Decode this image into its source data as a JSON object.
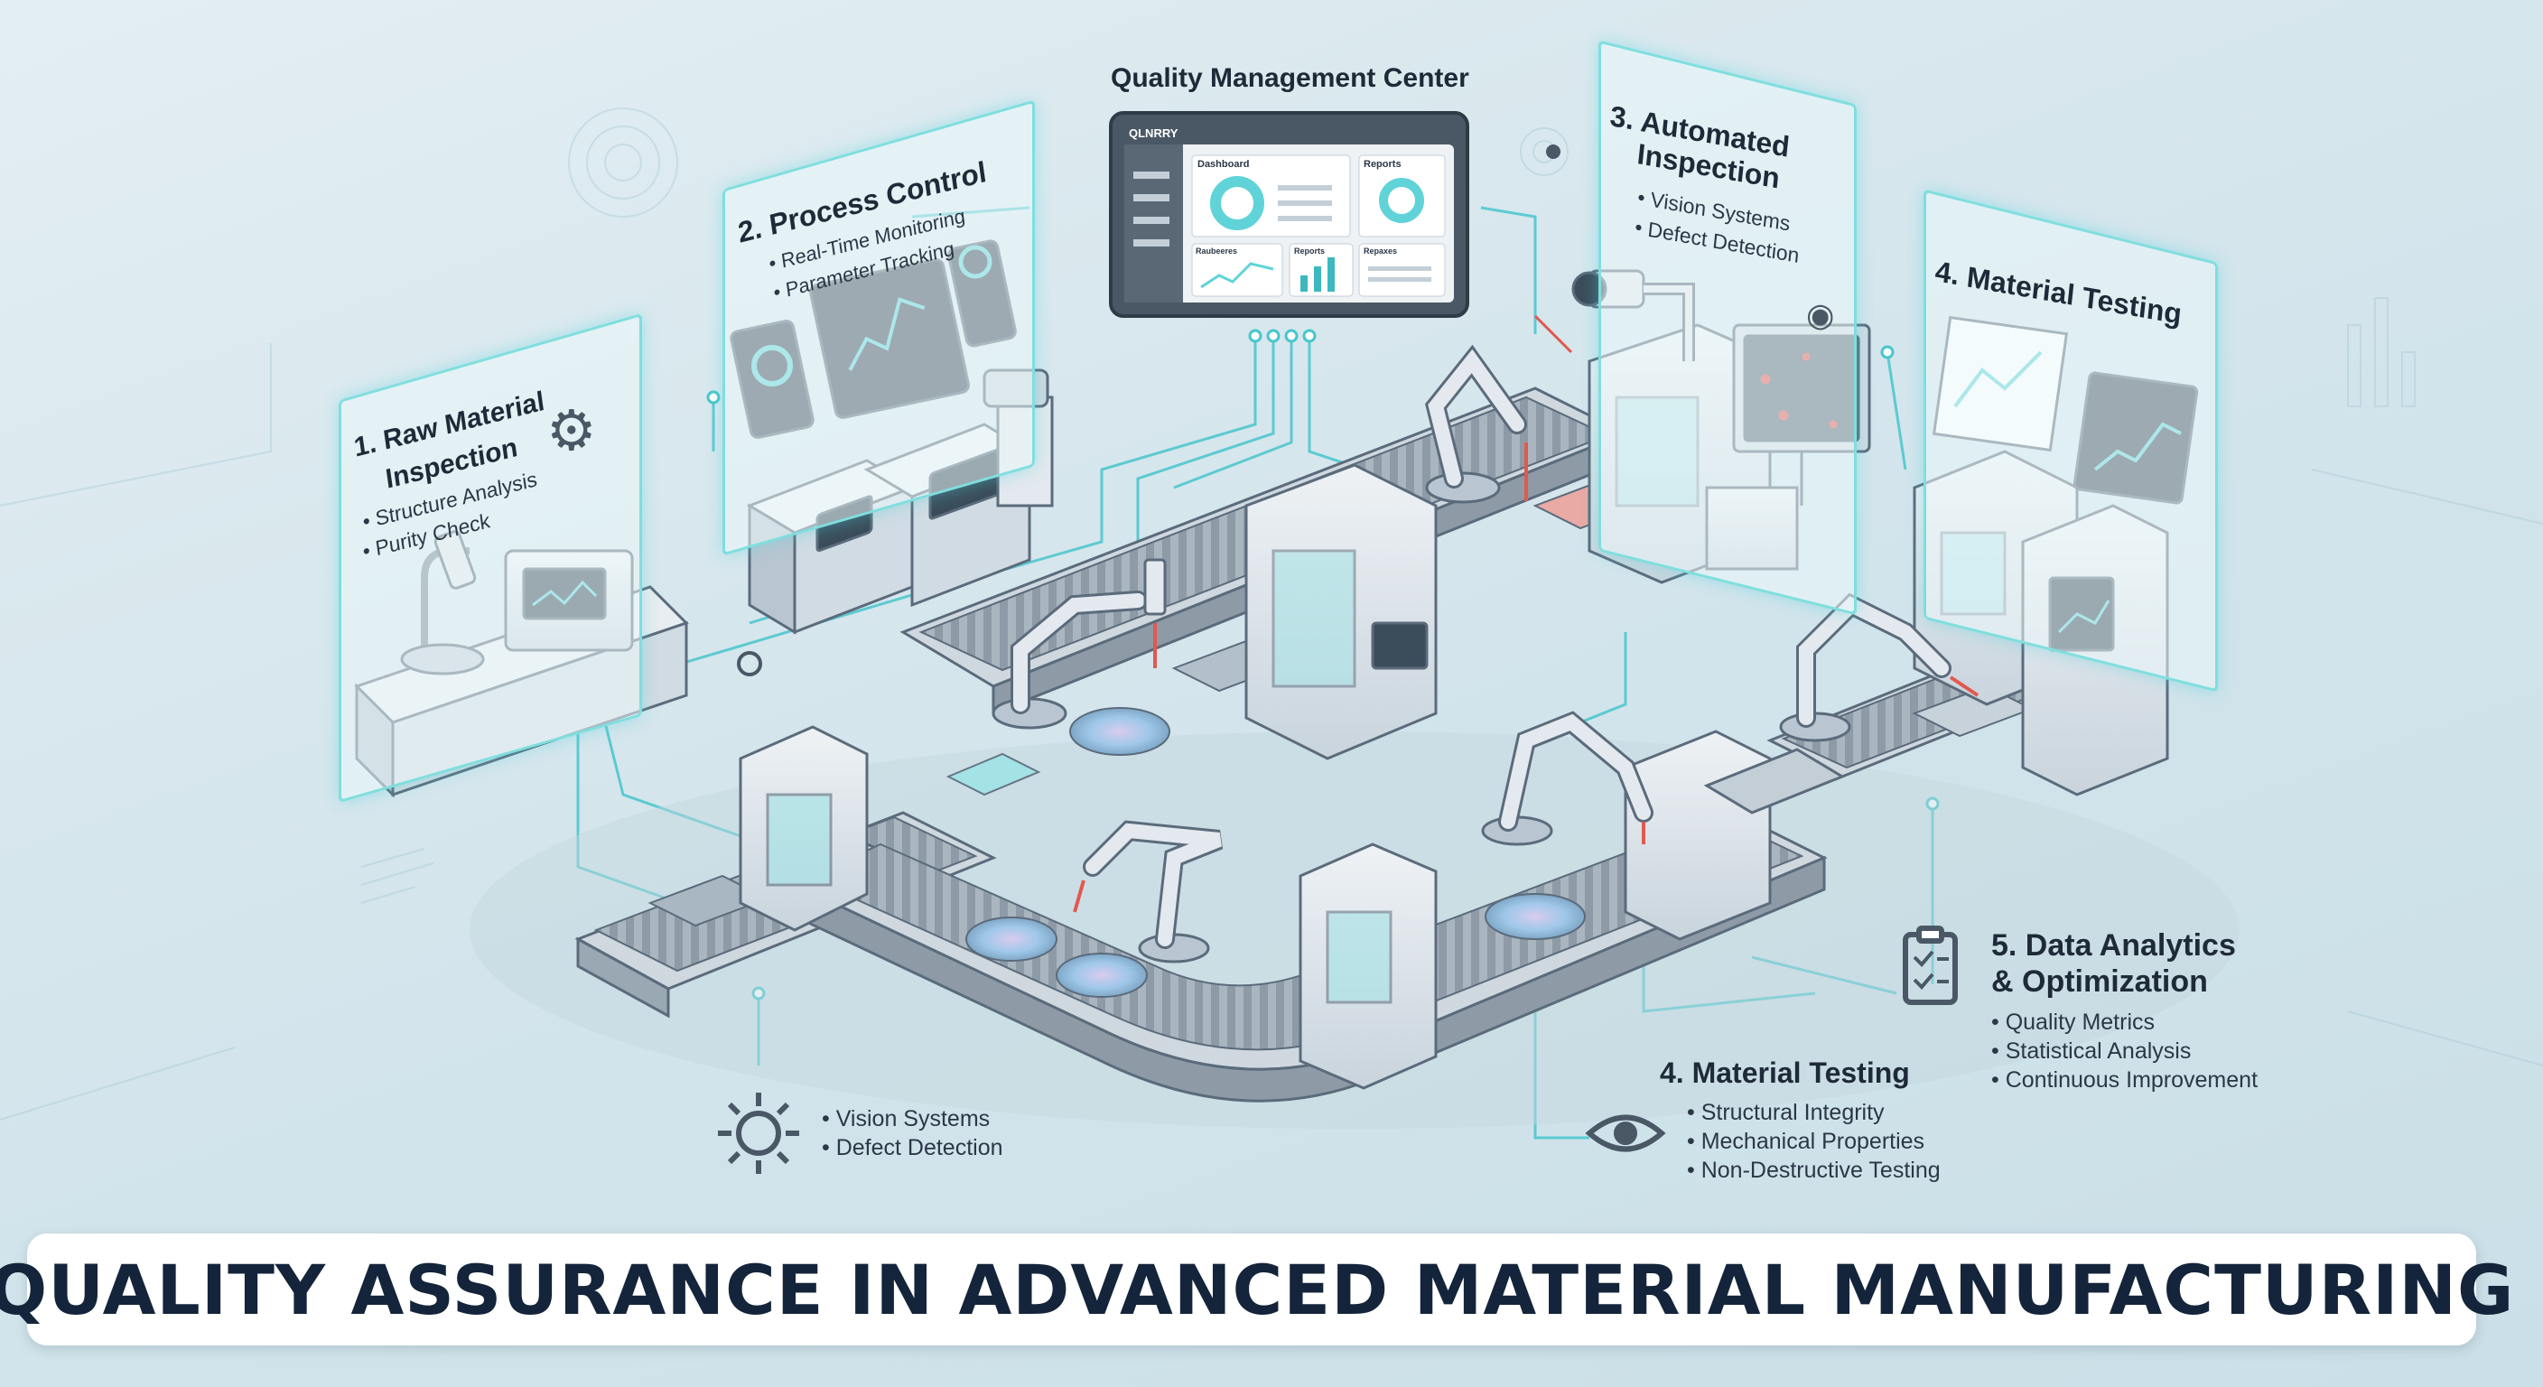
{
  "title": "QUALITY ASSURANCE IN ADVANCED MATERIAL MANUFACTURING",
  "colors": {
    "accent": "#5fd3d8",
    "panel_border": "#7fdede",
    "machine_body": "#dfe6ec",
    "machine_shade": "#b9c6d1",
    "outline": "#5b6b7b",
    "laser": "#e2584f",
    "title_text": "#14243a"
  },
  "quality_center": {
    "title": "Quality Management Center",
    "logo": "QLNRRY",
    "tiles": [
      "Dashboard",
      "Reports",
      "Raubeeres",
      "Reports",
      "Repaxes"
    ]
  },
  "panels": [
    {
      "title_lines": [
        "1. Raw Material",
        "Inspection"
      ],
      "items": [
        "Structure Analysis",
        "Purity Check"
      ],
      "icon": "gear-icon"
    },
    {
      "title_lines": [
        "2. Process Control"
      ],
      "items": [
        "Real-Time Monitoring",
        "Parameter Tracking"
      ],
      "icon": "gauge-icon"
    },
    {
      "title_lines": [
        "3. Automated",
        "Inspection"
      ],
      "items": [
        "Vision Systems",
        "Defect Detection"
      ],
      "icon": "eye-icon"
    },
    {
      "title_lines": [
        "4. Material Testing"
      ],
      "items": [],
      "icon": "chart-icon"
    }
  ],
  "floor_labels": [
    {
      "title_lines": [],
      "items": [
        "Vision Systems",
        "Defect Detection"
      ],
      "icon": "gear-icon"
    },
    {
      "title_lines": [
        "4. Material Testing"
      ],
      "items": [
        "Structural Integrity",
        "Mechanical Properties",
        "Non-Destructive Testing"
      ],
      "icon": "eye-icon"
    },
    {
      "title_lines": [
        "5. Data Analytics",
        "& Optimization"
      ],
      "items": [
        "Quality Metrics",
        "Statistical Analysis",
        "Continuous Improvement"
      ],
      "icon": "clipboard-icon"
    }
  ]
}
